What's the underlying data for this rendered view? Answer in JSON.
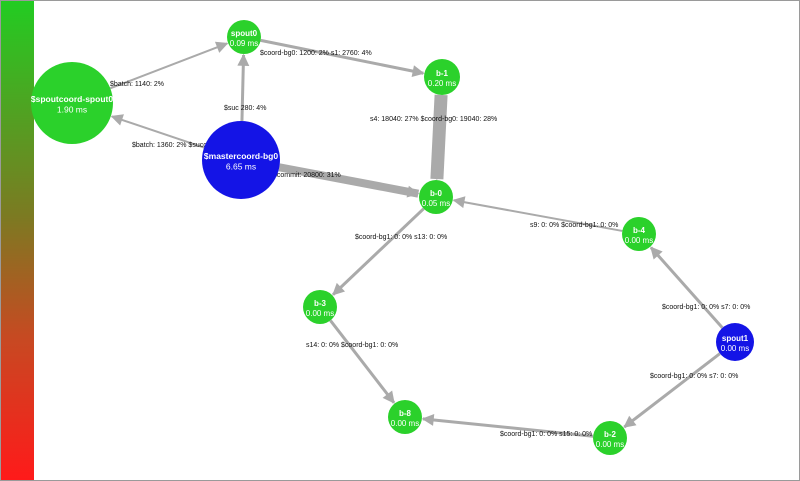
{
  "legend": {
    "top_color": "#22cc22",
    "bottom_color": "#ff1a1a"
  },
  "colors": {
    "green_node": "#2bd12b",
    "blue_node": "#1414e6",
    "edge": "#aaaaaa"
  },
  "nodes": [
    {
      "id": "spoutcoord",
      "name": "$spoutcoord-spout0",
      "latency": "1.90 ms",
      "color": "green"
    },
    {
      "id": "spout0",
      "name": "spout0",
      "latency": "0.09 ms",
      "color": "green"
    },
    {
      "id": "b1",
      "name": "b-1",
      "latency": "0.20 ms",
      "color": "green"
    },
    {
      "id": "mastercoord",
      "name": "$mastercoord-bg0",
      "latency": "6.65 ms",
      "color": "blue"
    },
    {
      "id": "b0",
      "name": "b-0",
      "latency": "0.05 ms",
      "color": "green"
    },
    {
      "id": "b4",
      "name": "b-4",
      "latency": "0.00 ms",
      "color": "green"
    },
    {
      "id": "b3",
      "name": "b-3",
      "latency": "0.00 ms",
      "color": "green"
    },
    {
      "id": "spout1",
      "name": "spout1",
      "latency": "0.00 ms",
      "color": "blue"
    },
    {
      "id": "b8",
      "name": "b-8",
      "latency": "0.00 ms",
      "color": "green"
    },
    {
      "id": "b2",
      "name": "b-2",
      "latency": "0.00 ms",
      "color": "green"
    }
  ],
  "edges": [
    {
      "from": "spoutcoord",
      "to": "spout0",
      "label": "$batch: 1140: 2%",
      "weight": 2
    },
    {
      "from": "mastercoord",
      "to": "spoutcoord",
      "label": "$batch: 1360: 2% $succes",
      "weight": 2
    },
    {
      "from": "mastercoord",
      "to": "spout0",
      "label": "$suc      280: 4%",
      "weight": 3
    },
    {
      "from": "spout0",
      "to": "b1",
      "label": "$coord-bg0: 1200: 2% s1: 2760: 4%",
      "weight": 3
    },
    {
      "from": "b1",
      "to": "b0",
      "label": "s4: 18040: 27% $coord-bg0: 19040: 28%",
      "weight": 13
    },
    {
      "from": "mastercoord",
      "to": "b0",
      "label": "$commit: 20800: 31%",
      "weight": 8
    },
    {
      "from": "b4",
      "to": "b0",
      "label": "s9: 0: 0% $coord-bg1: 0: 0%",
      "weight": 2
    },
    {
      "from": "b0",
      "to": "b3",
      "label": "$coord-bg1: 0: 0% s13: 0: 0%",
      "weight": 3
    },
    {
      "from": "spout1",
      "to": "b4",
      "label": "$coord-bg1: 0: 0% s7: 0: 0%",
      "weight": 3
    },
    {
      "from": "b3",
      "to": "b8",
      "label": "s14: 0: 0% $coord-bg1: 0: 0%",
      "weight": 3
    },
    {
      "from": "spout1",
      "to": "b2",
      "label": "$coord-bg1: 0: 0% s7: 0: 0%",
      "weight": 3
    },
    {
      "from": "b2",
      "to": "b8",
      "label": "$coord-bg1: 0: 0% s15: 0: 0%",
      "weight": 3
    }
  ]
}
